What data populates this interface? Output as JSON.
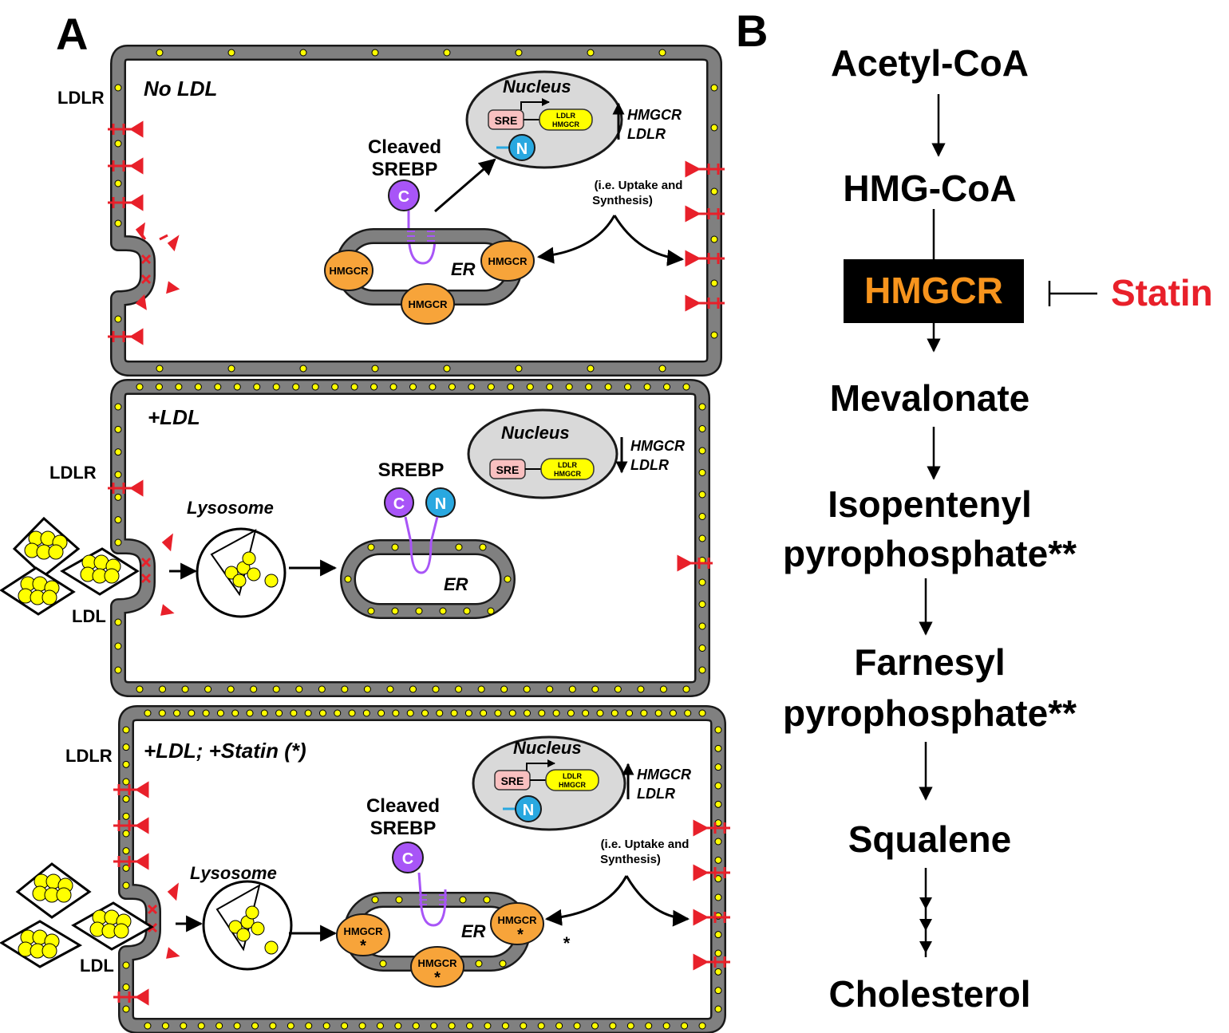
{
  "panel_a": {
    "label": "A",
    "cells": [
      {
        "condition": "No LDL",
        "ldlr_label": "LDLR",
        "nucleus_label": "Nucleus",
        "sre": "SRE",
        "gene_box_line1": "LDLR",
        "gene_box_line2": "HMGCR",
        "nterm": "N",
        "cterm": "C",
        "regulation_line1": "HMGCR",
        "regulation_line2": "LDLR",
        "srebp_line1": "Cleaved",
        "srebp_line2": "SREBP",
        "note_line1": "(i.e. Uptake and",
        "note_line2": "Synthesis)",
        "er_label": "ER",
        "enzyme": "HMGCR"
      },
      {
        "condition": "+LDL",
        "ldlr_label": "LDLR",
        "nucleus_label": "Nucleus",
        "sre": "SRE",
        "gene_box_line1": "LDLR",
        "gene_box_line2": "HMGCR",
        "regulation_line1": "HMGCR",
        "regulation_line2": "LDLR",
        "srebp_label": "SREBP",
        "cterm": "C",
        "nterm": "N",
        "lysosome_label": "Lysosome",
        "er_label": "ER",
        "ldl_label": "LDL"
      },
      {
        "condition": "+LDL; +Statin (*)",
        "ldlr_label": "LDLR",
        "nucleus_label": "Nucleus",
        "sre": "SRE",
        "gene_box_line1": "LDLR",
        "gene_box_line2": "HMGCR",
        "nterm": "N",
        "cterm": "C",
        "regulation_line1": "HMGCR",
        "regulation_line2": "LDLR",
        "srebp_line1": "Cleaved",
        "srebp_line2": "SREBP",
        "note_line1": "(i.e. Uptake and",
        "note_line2": "Synthesis)",
        "lysosome_label": "Lysosome",
        "er_label": "ER",
        "enzyme": "HMGCR",
        "star": "*",
        "ldl_label": "LDL"
      }
    ]
  },
  "panel_b": {
    "label": "B",
    "steps": [
      "Acetyl-CoA",
      "HMG-CoA",
      "HMGCR",
      "Mevalonate",
      "Isopentenyl",
      "pyrophosphate**",
      "Farnesyl",
      "pyrophosphate**",
      "Squalene",
      "Cholesterol"
    ],
    "inhibitor": "Statin",
    "colors": {
      "enzyme_box": "#000000",
      "enzyme_text": "#f7941d",
      "inhibitor_text": "#e8202a"
    }
  },
  "colors": {
    "membrane": "#808080",
    "membrane_outline": "#1a1a1a",
    "particle": "#ffff00",
    "receptor": "#e8202a",
    "hmgcr": "#f7a43a",
    "c_term": "#a855f7",
    "n_term": "#29a8e0",
    "sre_box": "#f9c0c0",
    "gene_box": "#ffff00",
    "nucleus_fill": "#d9d9d9"
  }
}
